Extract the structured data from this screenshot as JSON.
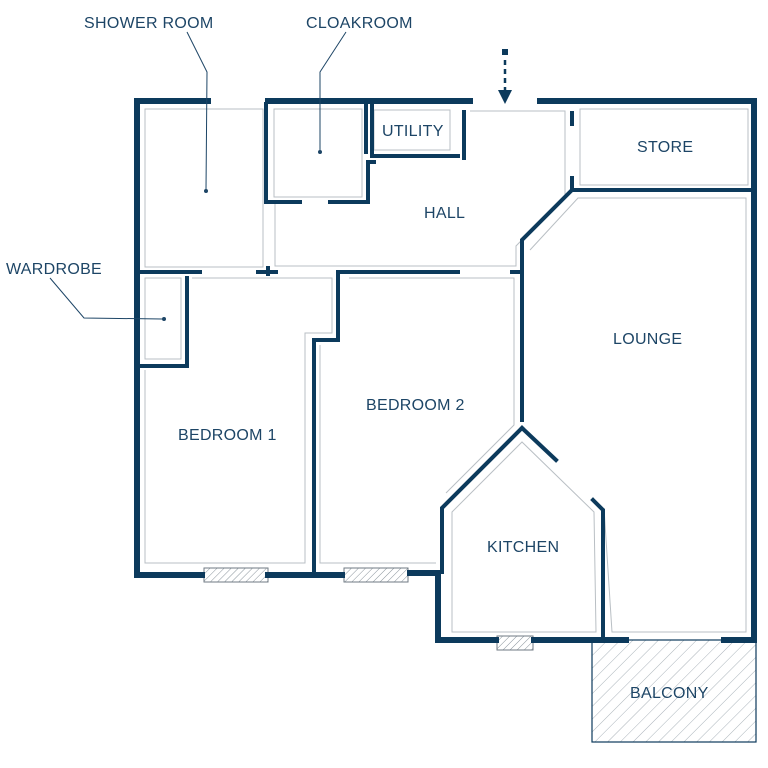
{
  "rooms": {
    "shower_room": "SHOWER ROOM",
    "cloakroom": "CLOAKROOM",
    "utility": "UTILITY",
    "store": "STORE",
    "hall": "HALL",
    "wardrobe": "WARDROBE",
    "lounge": "LOUNGE",
    "bedroom_2": "BEDROOM 2",
    "bedroom_1": "BEDROOM 1",
    "kitchen": "KITCHEN",
    "balcony": "BALCONY"
  },
  "colors": {
    "wall": "#0c3a5c",
    "label": "#1d4566",
    "background": "#ffffff"
  },
  "icons": {
    "entrance": "dashed-arrow-down-icon"
  }
}
